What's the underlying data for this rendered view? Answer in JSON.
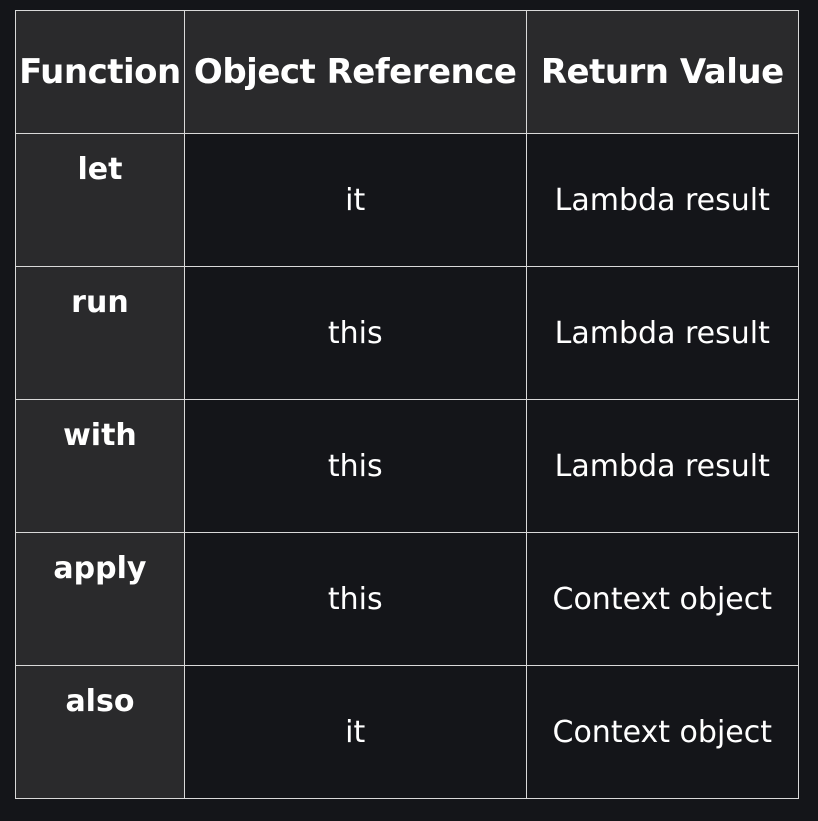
{
  "table": {
    "headers": [
      "Function",
      "Object Reference",
      "Return Value"
    ],
    "rows": [
      {
        "function": "let",
        "reference": "it",
        "return_value": "Lambda result"
      },
      {
        "function": "run",
        "reference": "this",
        "return_value": "Lambda result"
      },
      {
        "function": "with",
        "reference": "this",
        "return_value": "Lambda result"
      },
      {
        "function": "apply",
        "reference": "this",
        "return_value": "Context object"
      },
      {
        "function": "also",
        "reference": "it",
        "return_value": "Context object"
      }
    ]
  },
  "colors": {
    "background": "#141519",
    "header_cell": "#2a2a2c",
    "function_cell": "#2a2a2c",
    "border": "#d9d9d9",
    "text": "#ffffff"
  }
}
